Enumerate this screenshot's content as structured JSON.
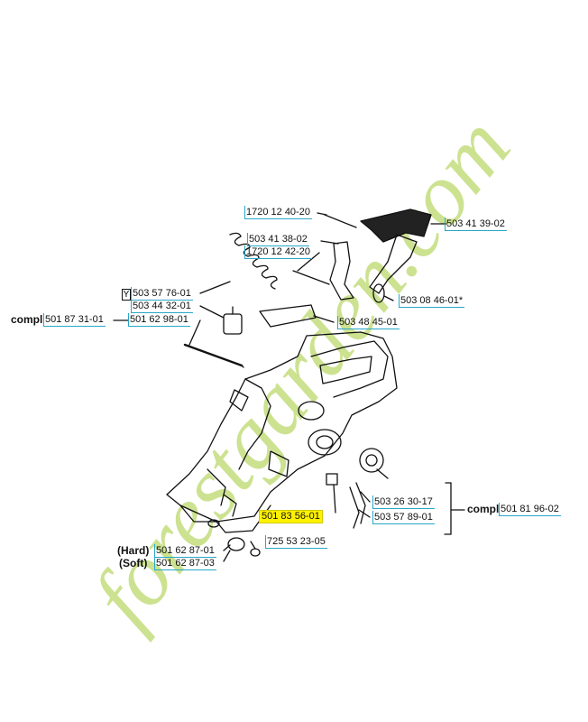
{
  "watermark": {
    "text": "forestgarden.com",
    "color": "#bcd96b"
  },
  "accent_color": "#2aa7c8",
  "highlight_color": "#fff200",
  "callouts": {
    "p_1720_12_40_20": "1720 12 40-20",
    "p_503_41_39_02": "503 41 39-02",
    "p_503_41_38_02": "503 41 38-02",
    "p_1720_12_42_20": "1720 12 42-20",
    "p_503_57_76_01": "503 57 76-01",
    "p_503_08_46_01": "503 08 46-01*",
    "p_503_44_32_01": "503 44 32-01",
    "p_501_87_31_01": "501 87 31-01",
    "p_501_62_98_01": "501 62 98-01",
    "p_503_48_45_01": "503 48 45-01",
    "p_503_26_30_17": "503 26 30-17",
    "p_501_81_96_02": "501 81 96-02",
    "p_501_83_56_01": "501 83 56-01",
    "p_503_57_89_01": "503 57 89-01",
    "p_725_53_23_05": "725 53 23-05",
    "p_501_62_87_01": "501 62 87-01",
    "p_501_62_87_03": "501 62 87-03"
  },
  "words": {
    "y_mark": "Y",
    "compl_left": "compl",
    "compl_right": "compl",
    "hard": "(Hard)",
    "soft": "(Soft)"
  }
}
